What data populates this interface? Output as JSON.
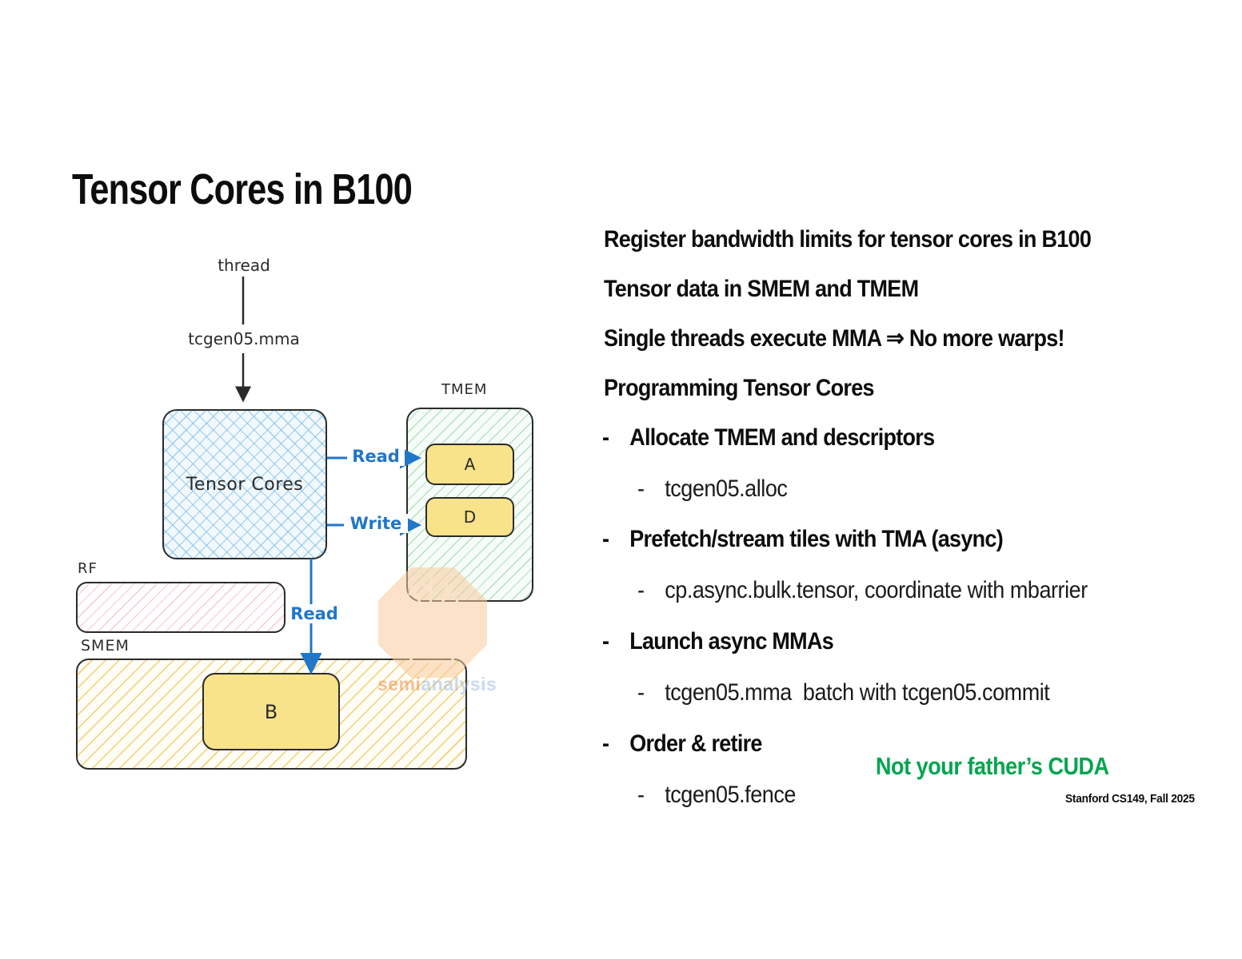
{
  "slide": {
    "title": "Tensor Cores in B100",
    "callout": "Not your father’s CUDA",
    "footer": "Stanford CS149, Fall 2025"
  },
  "diagram": {
    "thread_label": "thread",
    "instruction_label": "tcgen05.mma",
    "tensor_cores_label": "Tensor Cores",
    "tmem_label": "TMEM",
    "rf_label": "RF",
    "smem_label": "SMEM",
    "tile_a": "A",
    "tile_d": "D",
    "tile_b": "B",
    "read_to_a_label": "Read",
    "write_to_d_label": "Write",
    "read_from_b_label": "Read",
    "watermark_part1": "semi",
    "watermark_part2": "analysis"
  },
  "content": {
    "lines": [
      {
        "text": "Register bandwidth limits for tensor cores in B100",
        "level": 0,
        "bold": true
      },
      {
        "text": "Tensor data in SMEM and TMEM",
        "level": 0,
        "bold": true
      },
      {
        "text": "Single threads execute MMA ⇒ No more warps!",
        "level": 0,
        "bold": true
      },
      {
        "text": "Programming Tensor Cores",
        "level": 0,
        "bold": true
      },
      {
        "text": "Allocate TMEM and descriptors",
        "level": 1,
        "bold": true
      },
      {
        "text": "tcgen05.alloc",
        "level": 2,
        "bold": false
      },
      {
        "text": "Prefetch/stream tiles with TMA (async)",
        "level": 1,
        "bold": true
      },
      {
        "text": "cp.async.bulk.tensor, coordinate with mbarrier",
        "level": 2,
        "bold": false
      },
      {
        "text": "Launch async MMAs",
        "level": 1,
        "bold": true
      },
      {
        "text": "tcgen05.mma  batch with tcgen05.commit",
        "level": 2,
        "bold": false
      },
      {
        "text": "Order & retire",
        "level": 1,
        "bold": true
      },
      {
        "text": "tcgen05.fence",
        "level": 2,
        "bold": false
      }
    ],
    "bullet_glyph": "-"
  },
  "colors": {
    "arrow_blue": "#2176c8",
    "arrow_black": "#2a2a2a",
    "box_border": "#2b2b2b",
    "tile_yellow": "#f8e38a",
    "blue_hatch": "#78b9e6",
    "green_hatch": "#5ab97d",
    "pink_hatch": "#e17d91",
    "yellow_hatch": "#e8ac28",
    "callout_green": "#00a54f",
    "watermark_peach": "#f8cb9c"
  }
}
